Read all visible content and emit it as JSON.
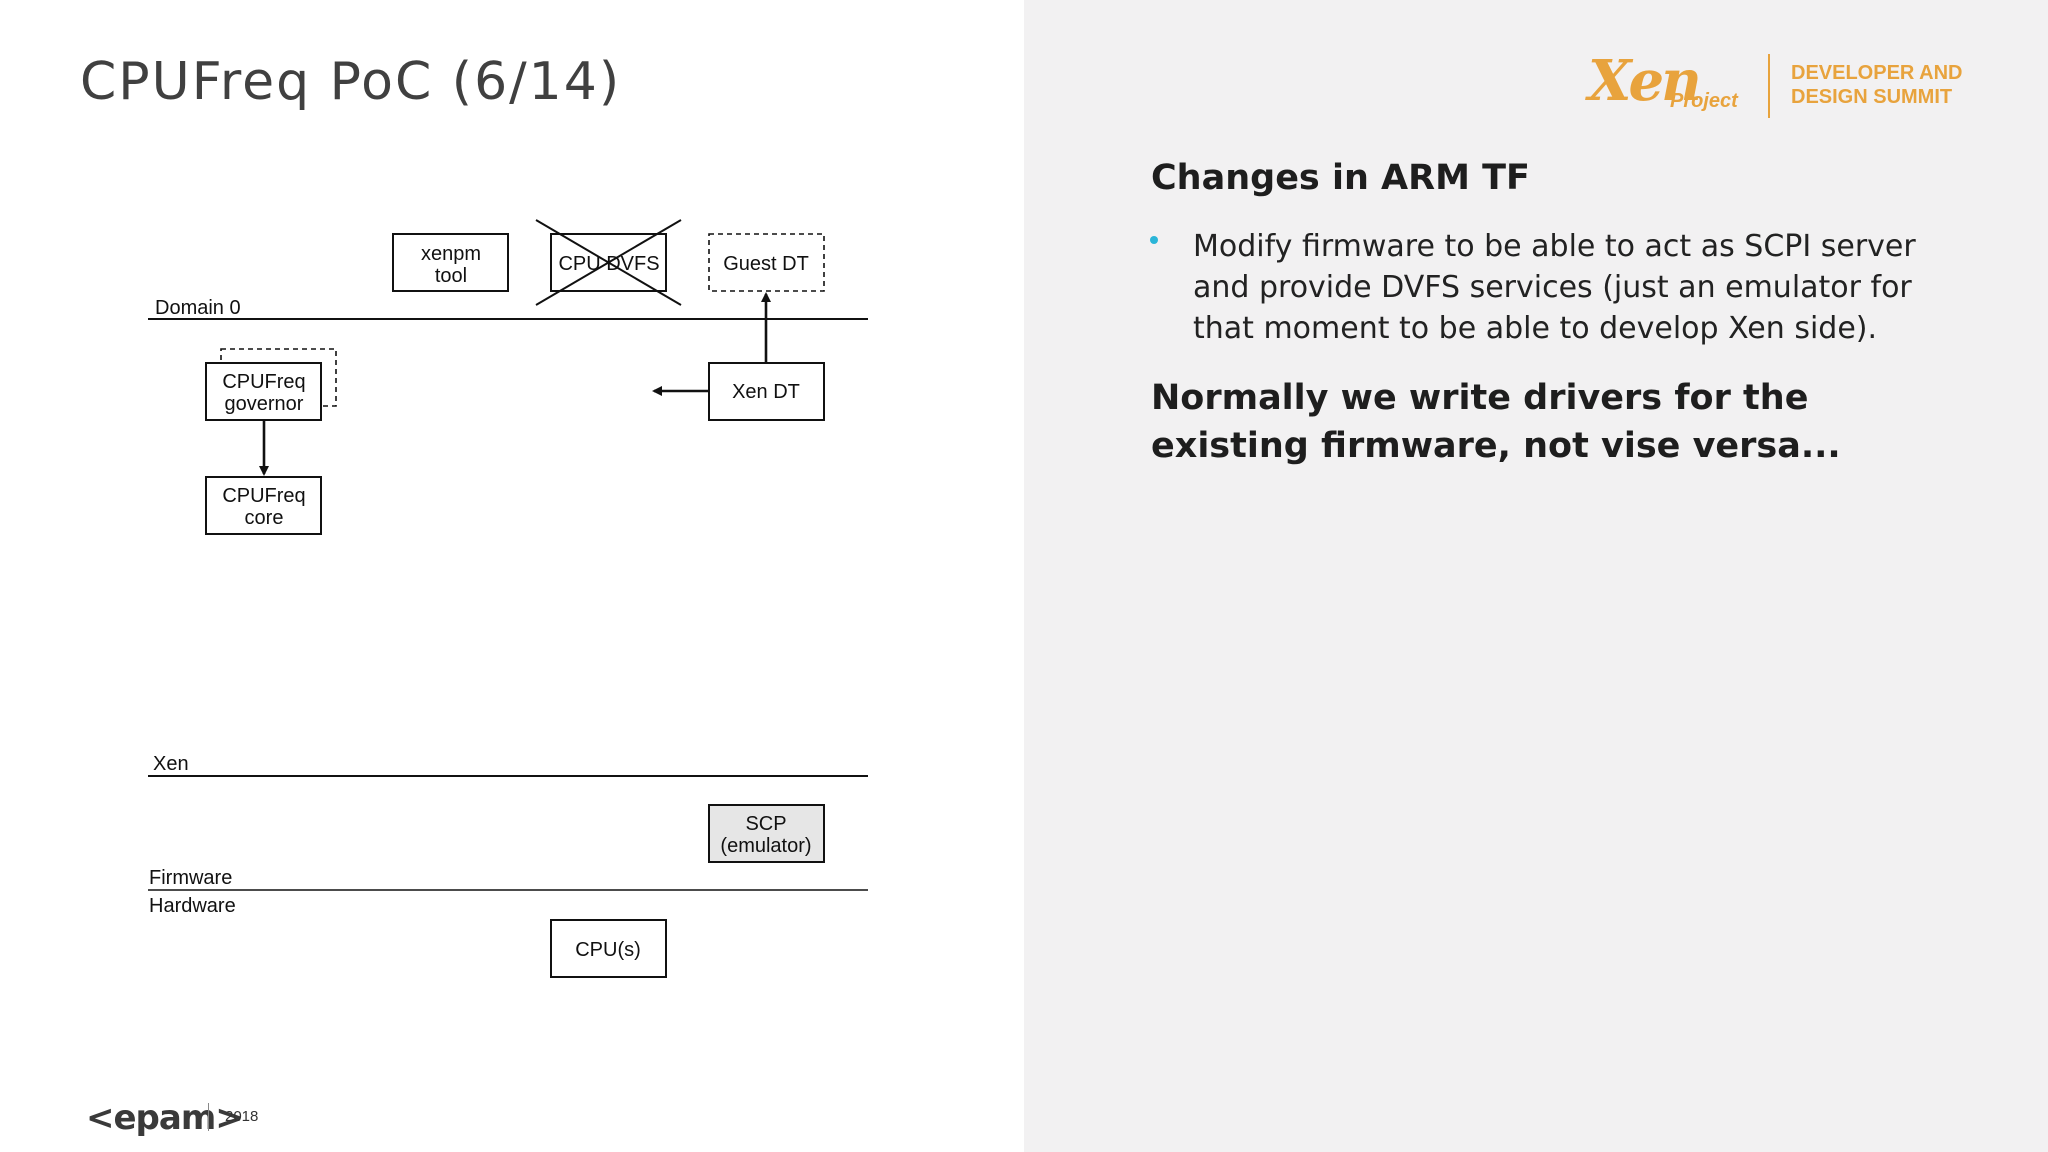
{
  "slide": {
    "title": "CPUFreq PoC (6/14)",
    "footer": {
      "logo": "<epam>",
      "year": "2018"
    },
    "brand": {
      "xen": "Xen",
      "project": "Project",
      "line1": "DEVELOPER AND",
      "line2": "DESIGN SUMMIT",
      "color": "#e8a33d"
    }
  },
  "diagram": {
    "layers": {
      "domain0": "Domain 0",
      "xen": "Xen",
      "firmware": "Firmware",
      "hardware": "Hardware"
    },
    "nodes": {
      "xenpm": [
        "xenpm",
        "tool"
      ],
      "cpu_dvfs": "CPU DVFS",
      "guest_dt": "Guest DT",
      "governor": [
        "CPUFreq",
        "governor"
      ],
      "xen_dt": "Xen DT",
      "core": [
        "CPUFreq",
        "core"
      ],
      "scp": [
        "SCP",
        "(emulator)"
      ],
      "cpus": "CPU(s)"
    }
  },
  "content": {
    "heading": "Changes in ARM TF",
    "bullets": [
      "Modify firmware to be able to act as SCPI server and provide DVFS services (just an emulator for that moment to be able to develop Xen side)."
    ],
    "emphasis": "Normally we write drivers for the existing firmware, not vise versa...",
    "bullet_color": "#2bb5d8"
  }
}
